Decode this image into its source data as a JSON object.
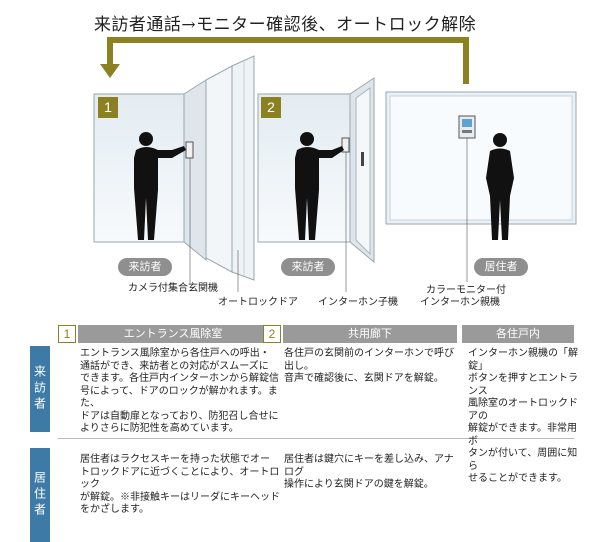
{
  "title": "来訪者通話→モニター確認後、オートロック解除",
  "steps": [
    {
      "num": "1",
      "person": "来訪者"
    },
    {
      "num": "2",
      "person": "来訪者"
    },
    {
      "person": "居住者"
    }
  ],
  "captions": {
    "camera_panel": "カメラ付集合玄関機",
    "autolock_door": "オートロックドア",
    "intercom_child": "インターホン子機",
    "monitor_line1": "カラーモニター付",
    "monitor_line2": "インターホン親機"
  },
  "table": {
    "headers": [
      {
        "num": "1",
        "label": "エントランス風除室"
      },
      {
        "num": "2",
        "label": "共用廊下"
      },
      {
        "label": "各住戸内"
      }
    ],
    "rows": [
      {
        "label": "来訪者",
        "cells": [
          [
            "エントランス風除室から各住戸への呼出・",
            "通話ができ、来訪者との対応がスムーズに",
            "できます。各住戸内インターホンから解錠信",
            "号によって、ドアのロックが解かれます。また、",
            "ドアは自動扉となっており、防犯召し合せに",
            "よりさらに防犯性を高めています。"
          ],
          [
            "各住戸の玄関前のインターホンで呼び出し。",
            "音声で確認後に、玄関ドアを解錠。"
          ],
          [
            "インターホン親機の「解錠」",
            "ボタンを押すとエントランス",
            "風除室のオートロックドアの",
            "解錠ができます。非常用ボ",
            "タンが付いて、周囲に知ら",
            "せることができます。"
          ]
        ]
      },
      {
        "label": "居住者",
        "cells": [
          [
            "居住者はラクセスキーを持った状態でオー",
            "トロックドアに近づくことにより、オートロック",
            "が解錠。※非接触キーはリーダにキーヘッド",
            "をかざします。"
          ],
          [
            "居住者は鍵穴にキーを差し込み、アナログ",
            "操作により玄関ドアの鍵を解錠。"
          ],
          []
        ]
      }
    ]
  },
  "colors": {
    "accent": "#8b8022",
    "side": "#3d7aa6",
    "header": "#9a9a9a"
  }
}
